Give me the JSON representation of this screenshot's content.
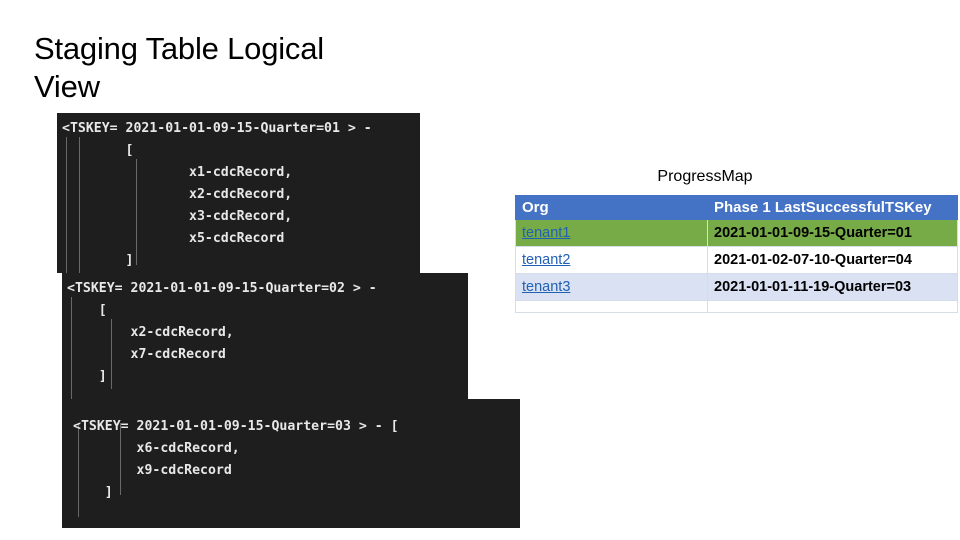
{
  "slide": {
    "title": "Staging Table Logical\nView"
  },
  "code_blocks": [
    {
      "id": "block-1",
      "lines": [
        "<TSKEY= 2021-01-01-09-15-Quarter=01 > -",
        "        [",
        "                x1-cdcRecord,",
        "                x2-cdcRecord,",
        "                x3-cdcRecord,",
        "                x5-cdcRecord",
        "        ]"
      ]
    },
    {
      "id": "block-2",
      "lines": [
        "<TSKEY= 2021-01-01-09-15-Quarter=02 > -",
        "    [",
        "        x2-cdcRecord,",
        "        x7-cdcRecord",
        "    ]"
      ]
    },
    {
      "id": "block-3",
      "lines": [
        "<TSKEY= 2021-01-01-09-15-Quarter=03 > - [",
        "        x6-cdcRecord,",
        "        x9-cdcRecord",
        "    ]"
      ]
    }
  ],
  "progress_map": {
    "caption": "ProgressMap",
    "columns": [
      "Org",
      "Phase 1 LastSuccessfulTSKey"
    ],
    "rows": [
      {
        "org": "tenant1",
        "key": "2021-01-01-09-15-Quarter=01",
        "highlight": "green"
      },
      {
        "org": "tenant2",
        "key": "2021-01-02-07-10-Quarter=04",
        "highlight": "white"
      },
      {
        "org": "tenant3",
        "key": "2021-01-01-11-19-Quarter=03",
        "highlight": "bluish"
      }
    ],
    "colors": {
      "header_background": "#4472c4",
      "header_text": "#ffffff",
      "row_green": "#76ab48",
      "row_bluish": "#d9e1f3",
      "link_text": "#2161b4",
      "gridline": "#d6dce8"
    }
  }
}
